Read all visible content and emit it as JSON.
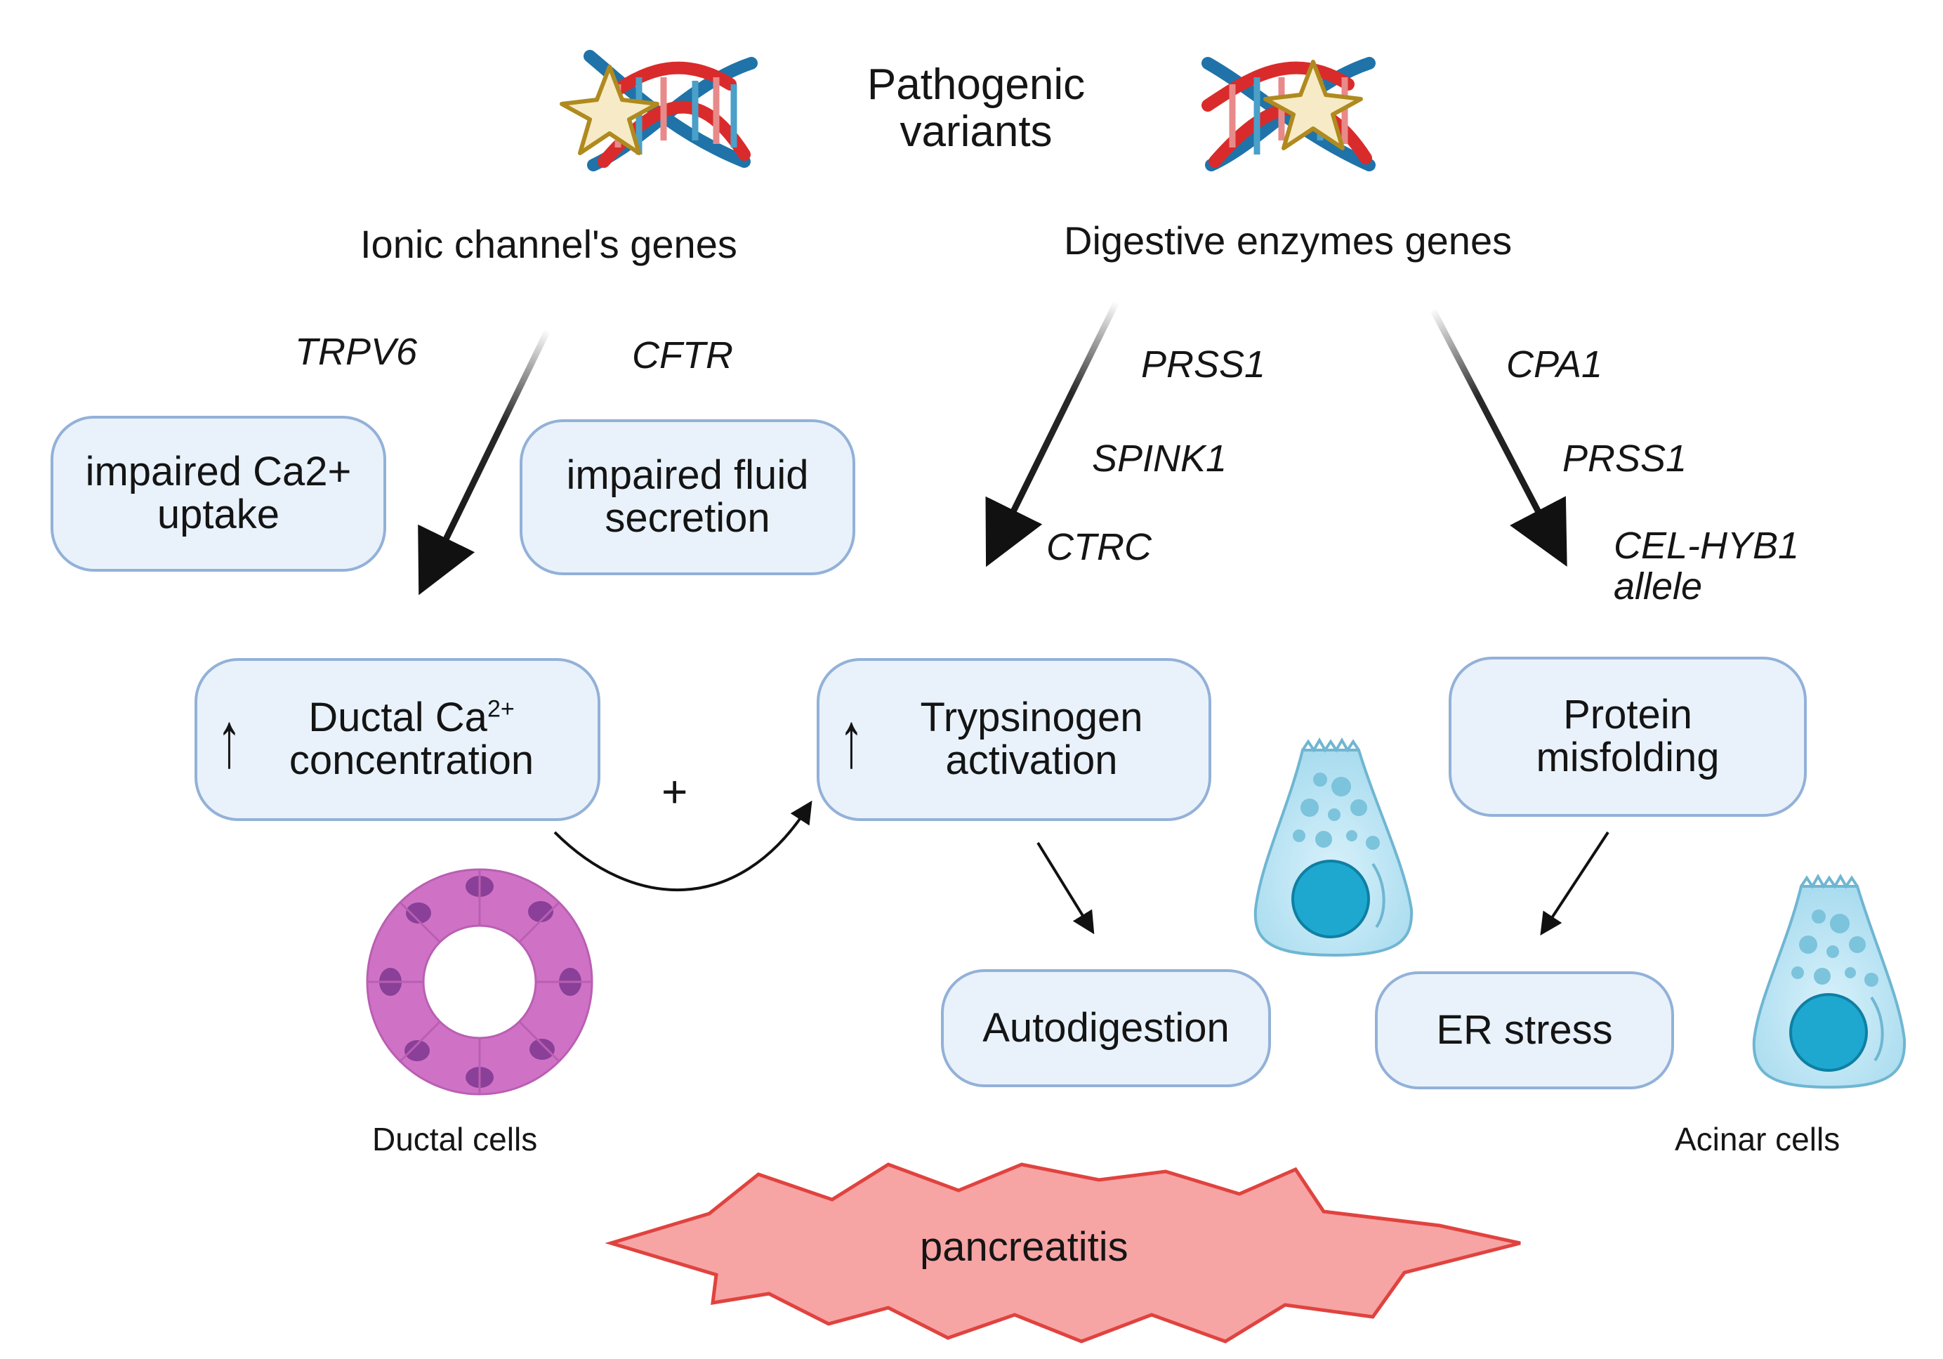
{
  "title": "Pathogenic\nvariants",
  "branches": {
    "left": "Ionic channel's  genes",
    "right": "Digestive enzymes genes"
  },
  "genes": {
    "trpv6": "TRPV6",
    "cftr": "CFTR",
    "prss1_mid": "PRSS1",
    "spink1": "SPINK1",
    "ctrc": "CTRC",
    "cpa1": "CPA1",
    "prss1_right": "PRSS1",
    "cel_hyb1": "CEL-HYB1\nallele"
  },
  "boxes": {
    "impaired_ca": "impaired Ca2+\nuptake",
    "impaired_fluid": "impaired fluid\nsecretion",
    "ductal_ca_prefix": "Ductal Ca",
    "ductal_ca_sup": "2+",
    "ductal_ca_suffix": "concentration",
    "trypsinogen": "Trypsinogen\nactivation",
    "protein_misfolding": "Protein\nmisfolding",
    "autodigestion": "Autodigestion",
    "er_stress": "ER stress"
  },
  "up_arrow_glyph": "↑",
  "plus": "+",
  "captions": {
    "ductal_cells": "Ductal cells",
    "acinar_cells": "Acinar cells"
  },
  "outcome": "pancreatitis",
  "colors": {
    "box_fill": "#e9f2fb",
    "box_border": "#93b1d8",
    "burst_fill": "#f7a4a4",
    "burst_stroke": "#e0433f",
    "dna_red": "#d92b2b",
    "dna_blue": "#1f73a8",
    "star_fill": "#f6ebc6",
    "star_stroke": "#b08a1f"
  }
}
